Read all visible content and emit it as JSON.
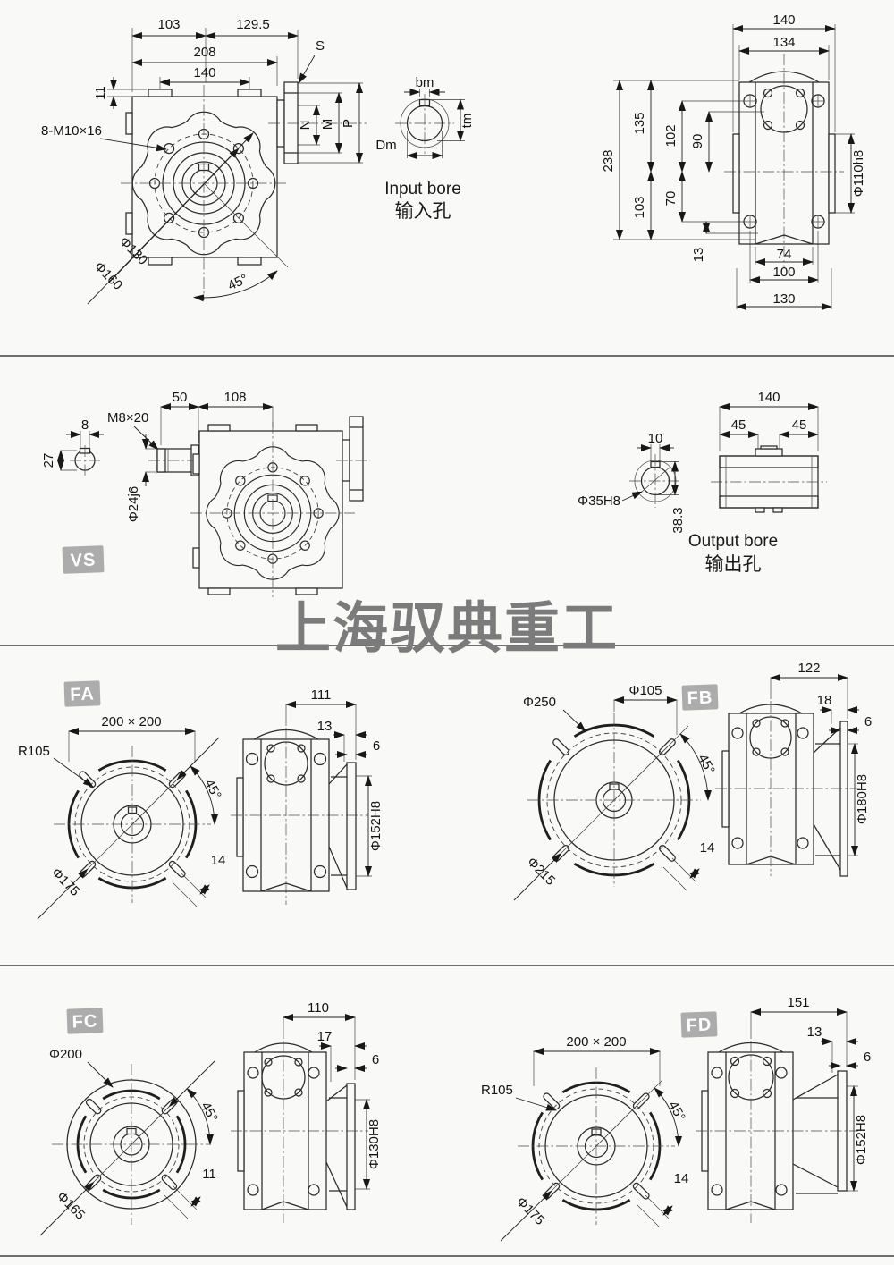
{
  "watermark": "上海驭典重工",
  "front_view": {
    "d103": "103",
    "d129_5": "129.5",
    "d208": "208",
    "d140": "140",
    "d11": "11",
    "s": "S",
    "bolt_callout": "8-M10×16",
    "phi130": "Φ130",
    "phi160": "Φ160",
    "angle": "45°",
    "n": "N",
    "m": "M",
    "p": "P"
  },
  "input_bore": {
    "bm": "bm",
    "tm": "tm",
    "dm": "Dm",
    "title": "Input bore",
    "title_zh": "输入孔"
  },
  "side_view": {
    "d140": "140",
    "d134": "134",
    "d238": "238",
    "d135": "135",
    "d102": "102",
    "d90": "90",
    "d103": "103",
    "d70": "70",
    "d13": "13",
    "d74": "74",
    "d100": "100",
    "d130": "130",
    "phi110": "Φ110h8"
  },
  "vs_view": {
    "stamp": "VS",
    "d50": "50",
    "d108": "108",
    "d8": "8",
    "m8": "M8×20",
    "d27": "27",
    "phi24": "Φ24j6"
  },
  "output_bore": {
    "d140": "140",
    "d45l": "45",
    "d45r": "45",
    "d10": "10",
    "phi35": "Φ35H8",
    "d38": "38.3",
    "title": "Output bore",
    "title_zh": "输出孔"
  },
  "fa": {
    "stamp": "FA",
    "square": "200 × 200",
    "r105": "R105",
    "angle": "45°",
    "phi175": "Φ175",
    "d14": "14",
    "d111": "111",
    "d13": "13",
    "d6": "6",
    "phi152": "Φ152H8"
  },
  "fb": {
    "stamp": "FB",
    "phi250": "Φ250",
    "phi105": "Φ105",
    "angle": "45°",
    "phi215": "Φ215",
    "d14": "14",
    "d122": "122",
    "d18": "18",
    "d6": "6",
    "phi180": "Φ180H8"
  },
  "fc": {
    "stamp": "FC",
    "phi200": "Φ200",
    "angle": "45°",
    "phi165": "Φ165",
    "d11": "11",
    "d110": "110",
    "d17": "17",
    "d6": "6",
    "phi130": "Φ130H8"
  },
  "fd": {
    "stamp": "FD",
    "square": "200 × 200",
    "r105": "R105",
    "angle": "45°",
    "phi175": "Φ175",
    "d14": "14",
    "d151": "151",
    "d13": "13",
    "d6": "6",
    "phi152": "Φ152H8"
  }
}
